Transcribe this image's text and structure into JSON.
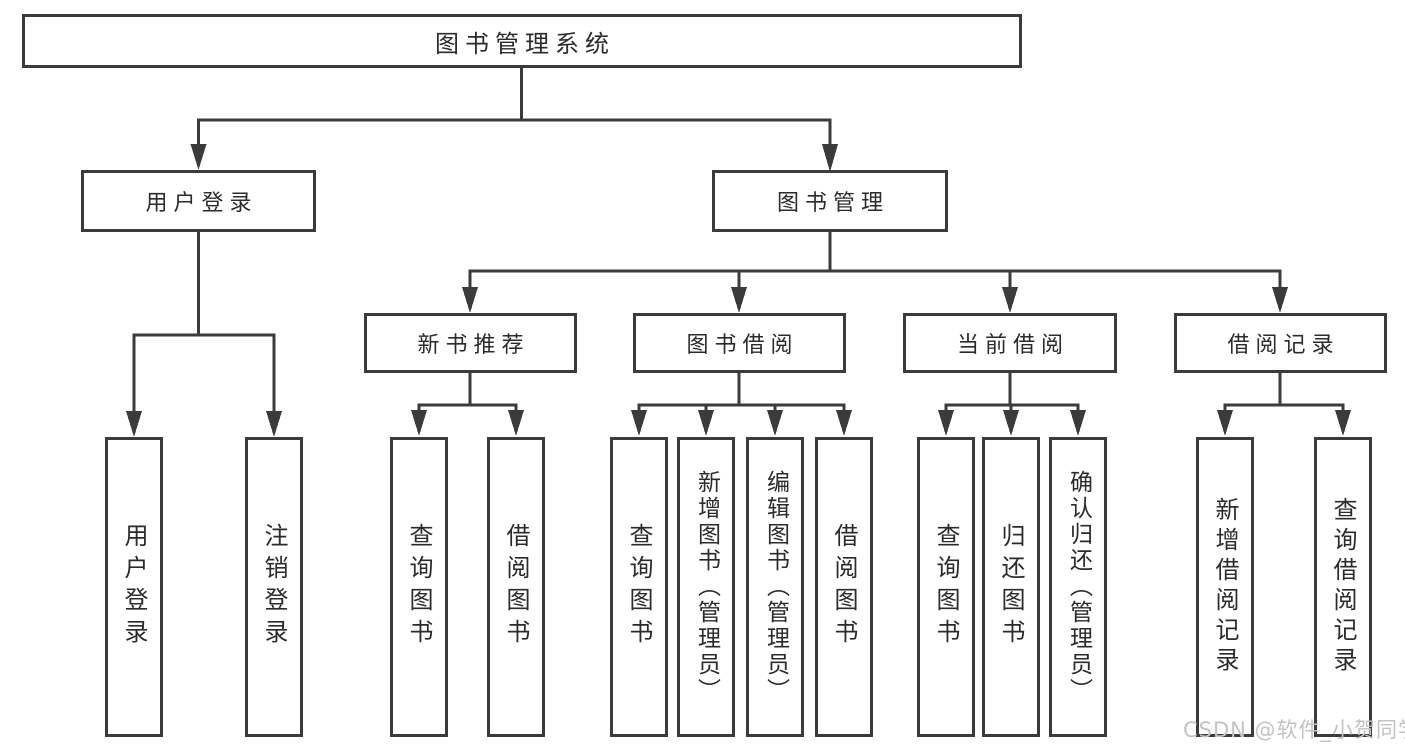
{
  "diagram": {
    "root": {
      "label": "图书管理系统"
    },
    "branches": [
      {
        "label": "用户登录",
        "children": [
          {
            "label": "用户登录"
          },
          {
            "label": "注销登录"
          }
        ]
      },
      {
        "label": "图书管理",
        "children": [
          {
            "label": "新书推荐",
            "children": [
              {
                "label": "查询图书"
              },
              {
                "label": "借阅图书"
              }
            ]
          },
          {
            "label": "图书借阅",
            "children": [
              {
                "label": "查询图书"
              },
              {
                "label": "新增图书（管理员）"
              },
              {
                "label": "编辑图书（管理员）"
              },
              {
                "label": "借阅图书"
              }
            ]
          },
          {
            "label": "当前借阅",
            "children": [
              {
                "label": "查询图书"
              },
              {
                "label": "归还图书"
              },
              {
                "label": "确认归还（管理员）"
              }
            ]
          },
          {
            "label": "借阅记录",
            "children": [
              {
                "label": "新增借阅记录"
              },
              {
                "label": "查询借阅记录"
              }
            ]
          }
        ]
      }
    ]
  },
  "watermark": {
    "text": "CSDN @软件_小贺同学"
  },
  "colors": {
    "line": "#3b3b3b",
    "text": "#2b2b2b",
    "watermark": "#c3c3c3",
    "background": "#ffffff"
  }
}
